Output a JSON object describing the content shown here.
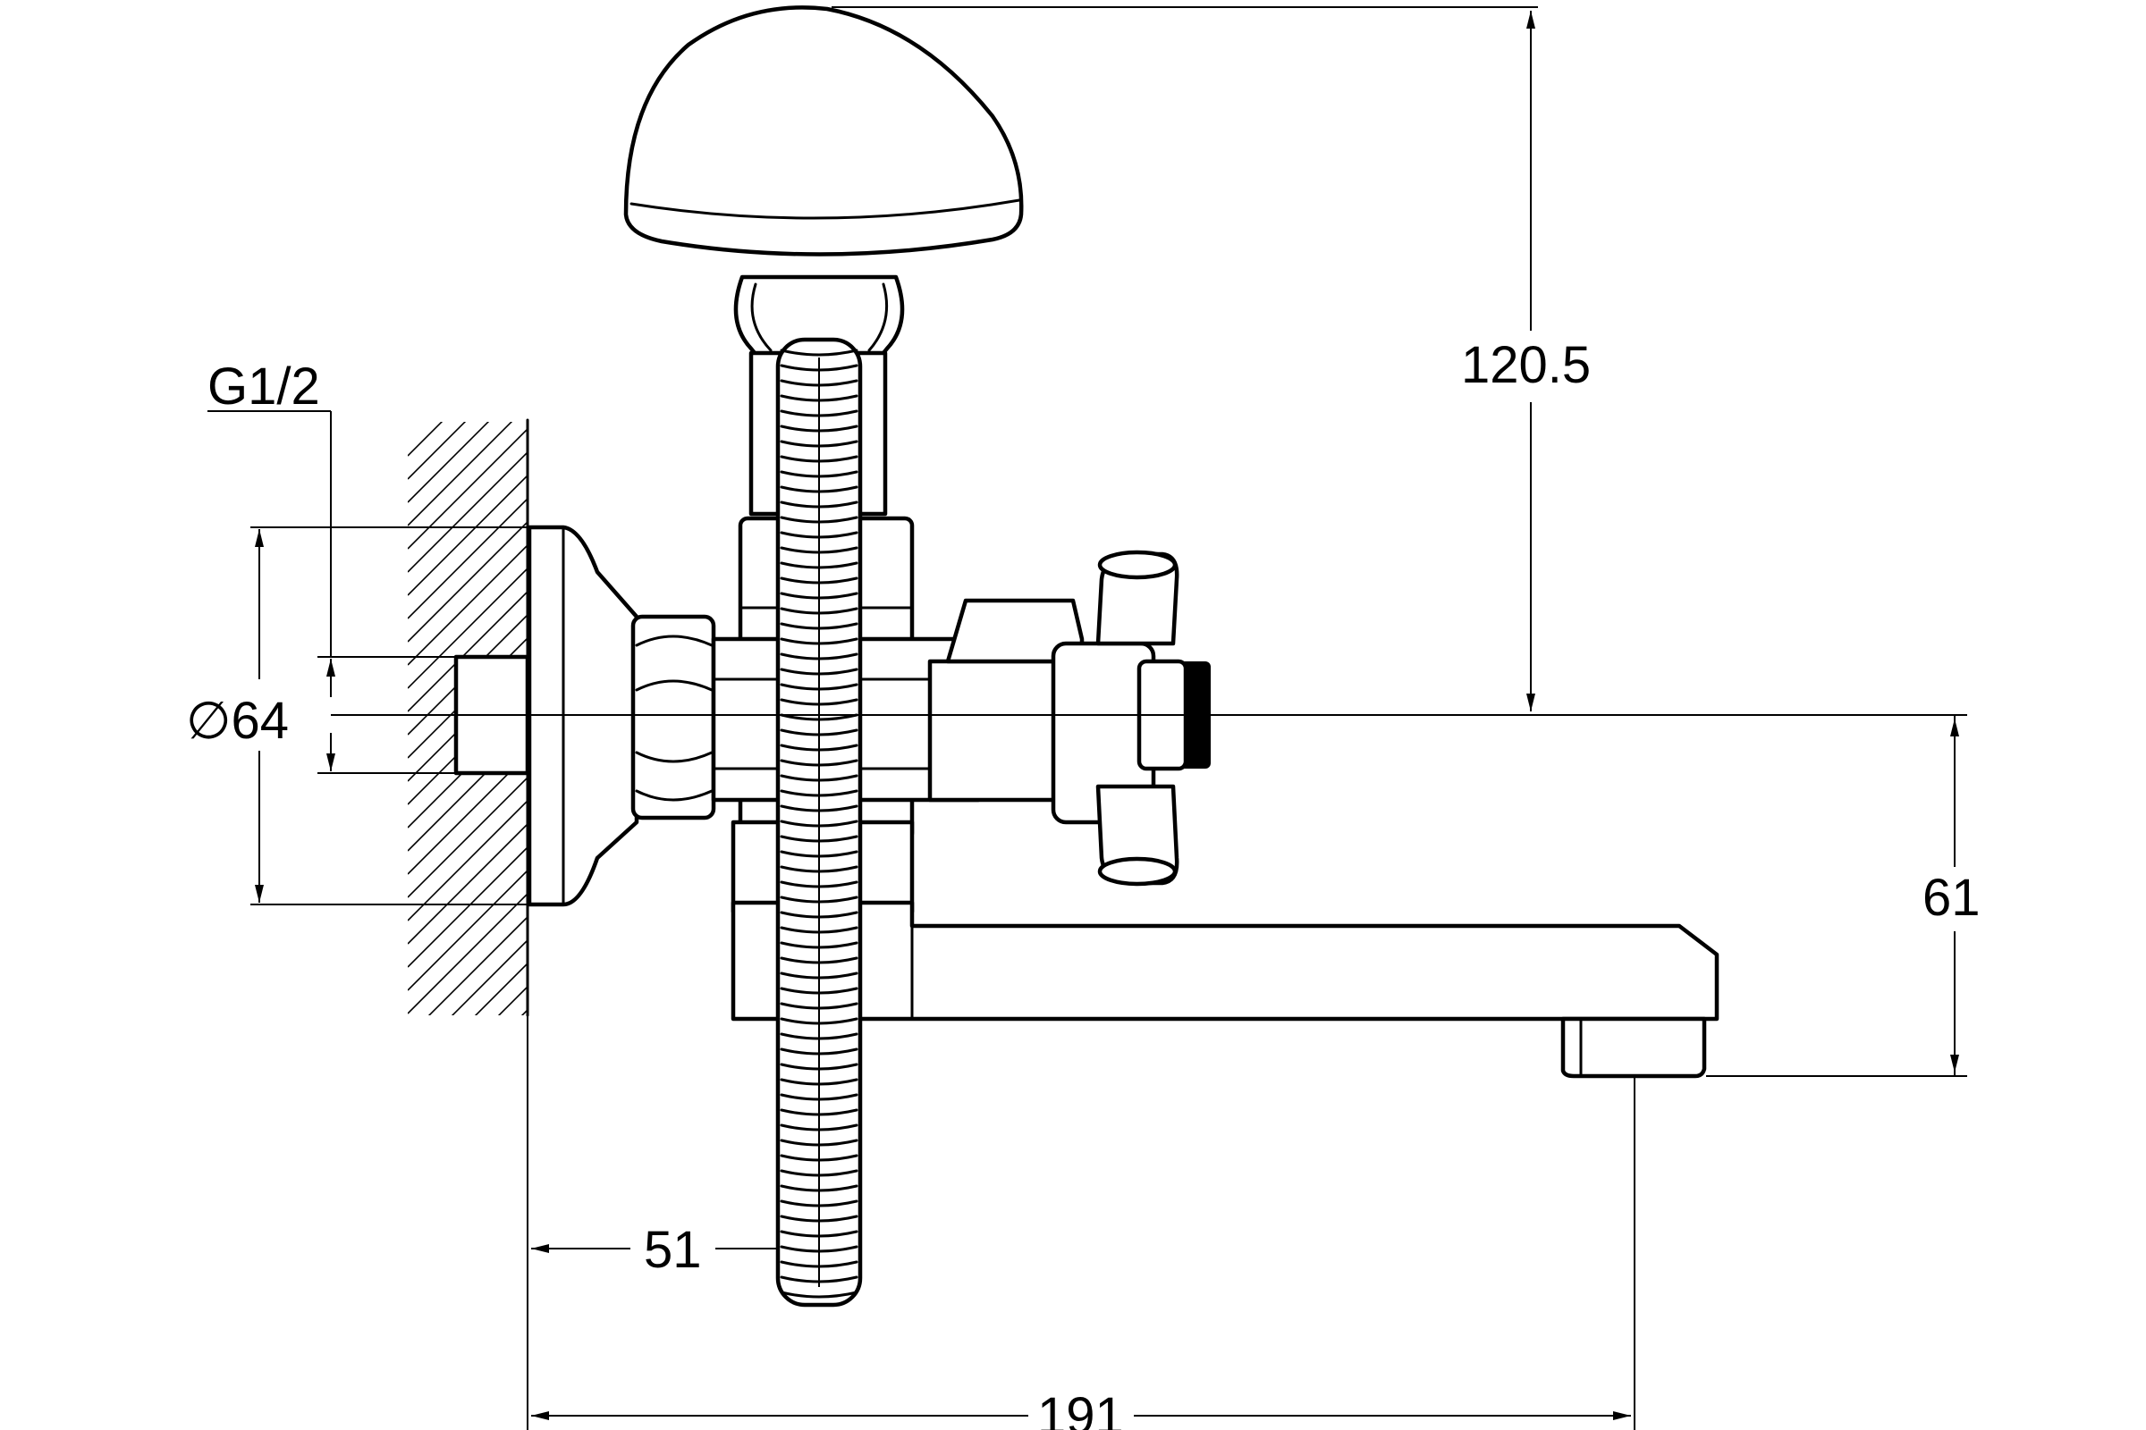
{
  "drawing": {
    "dimensions": {
      "thread": "G1/2",
      "flange_diameter": "∅64",
      "top_height": "120.5",
      "spout_height": "61",
      "hose_offset": "51",
      "total_length": "191"
    }
  }
}
